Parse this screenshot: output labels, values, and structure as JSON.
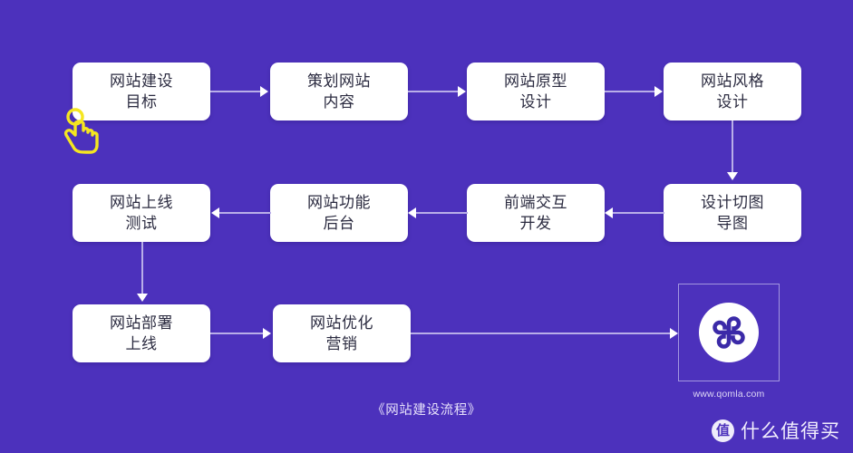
{
  "diagram": {
    "caption": "《网站建设流程》",
    "background_color": "#4c31bc",
    "node_fill_color": "#ffffff",
    "node_text_color": "#2b2b40",
    "connector_color": "#b9aee8",
    "nodes": [
      {
        "id": "goal",
        "line1": "网站建设",
        "line2": "目标",
        "row": 1,
        "col": 1
      },
      {
        "id": "content",
        "line1": "策划网站",
        "line2": "内容",
        "row": 1,
        "col": 2
      },
      {
        "id": "prototype",
        "line1": "网站原型",
        "line2": "设计",
        "row": 1,
        "col": 3
      },
      {
        "id": "style",
        "line1": "网站风格",
        "line2": "设计",
        "row": 1,
        "col": 4
      },
      {
        "id": "launch-test",
        "line1": "网站上线",
        "line2": "测试",
        "row": 2,
        "col": 1
      },
      {
        "id": "backend",
        "line1": "网站功能",
        "line2": "后台",
        "row": 2,
        "col": 2
      },
      {
        "id": "frontend",
        "line1": "前端交互",
        "line2": "开发",
        "row": 2,
        "col": 3
      },
      {
        "id": "slicing",
        "line1": "设计切图",
        "line2": "导图",
        "row": 2,
        "col": 4
      },
      {
        "id": "deploy",
        "line1": "网站部署",
        "line2": "上线",
        "row": 3,
        "col": 1
      },
      {
        "id": "marketing",
        "line1": "网站优化",
        "line2": "营销",
        "row": 3,
        "col": 2
      }
    ]
  },
  "logo": {
    "icon_name": "qomla-clover-logo",
    "url": "www.qomla.com",
    "mark_color": "#3b2aa8",
    "circle_color": "#ffffff"
  },
  "cursor": {
    "icon_name": "tap-hand-cursor",
    "color": "#f5e620"
  },
  "watermark": {
    "badge_text": "值",
    "label": "什么值得买",
    "color": "#f2eefd"
  }
}
